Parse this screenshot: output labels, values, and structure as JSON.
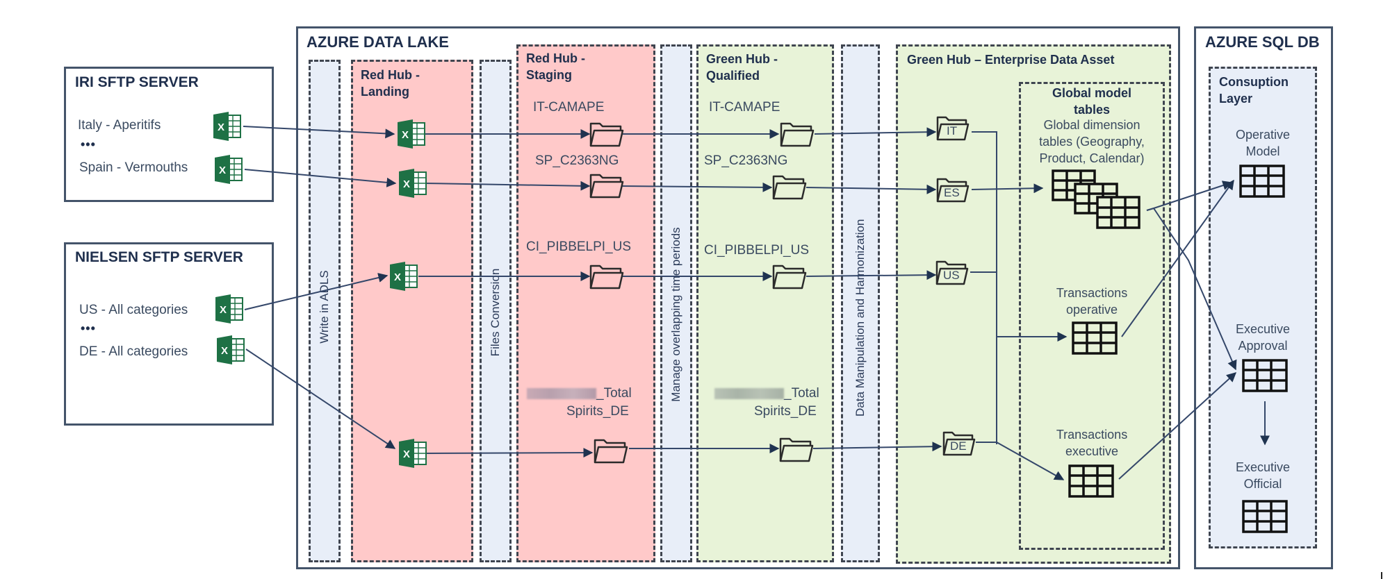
{
  "sources": {
    "iri": {
      "title": "IRI SFTP SERVER",
      "items": [
        "Italy - Aperitifs",
        "Spain - Vermouths"
      ],
      "ellipsis": "•••"
    },
    "nielsen": {
      "title": "NIELSEN SFTP SERVER",
      "items": [
        "US - All categories",
        "DE - All categories"
      ],
      "ellipsis": "•••"
    }
  },
  "data_lake": {
    "title": "AZURE DATA LAKE",
    "steps": {
      "write": "Write in ADLS",
      "convert": "Files Conversion",
      "overlap": "Manage overlapping time periods",
      "harmonize": "Data Manipulation and Harmonization"
    },
    "red_landing": {
      "title_line1": "Red Hub -",
      "title_line2": "Landing"
    },
    "red_staging": {
      "title_line1": "Red Hub -",
      "title_line2": "Staging",
      "folders": [
        "IT-CAMAPE",
        "SP_C2363NG",
        "CI_PIBBELPI_US",
        "_Total",
        "Spirits_DE"
      ]
    },
    "green_qualified": {
      "title_line1": "Green Hub -",
      "title_line2": "Qualified",
      "folders": [
        "IT-CAMAPE",
        "SP_C2363NG",
        "CI_PIBBELPI_US",
        "_Total",
        "Spirits_DE"
      ]
    },
    "green_eda": {
      "title": "Green Hub – Enterprise Data Asset",
      "country_folders": [
        "IT",
        "ES",
        "US",
        "DE"
      ],
      "global_model": {
        "title_line1": "Global model",
        "title_line2": "tables",
        "dim_line1": "Global dimension",
        "dim_line2": "tables (Geography,",
        "dim_line3": "Product, Calendar)"
      },
      "trans_operative": {
        "line1": "Transactions",
        "line2": "operative"
      },
      "trans_executive": {
        "line1": "Transactions",
        "line2": "executive"
      }
    }
  },
  "sql_db": {
    "title": "AZURE SQL DB",
    "layer": {
      "line1": "Consuption",
      "line2": "Layer"
    },
    "operative_model": {
      "line1": "Operative",
      "line2": "Model"
    },
    "exec_approval": {
      "line1": "Executive",
      "line2": "Approval"
    },
    "exec_official": {
      "line1": "Executive",
      "line2": "Official"
    }
  },
  "colors": {
    "red_hub": "#ffc9c9",
    "green_hub": "#e8f3d8",
    "step_band": "#e8eef8",
    "excel_green": "#1e7145",
    "arrow": "#2c3e5c"
  }
}
